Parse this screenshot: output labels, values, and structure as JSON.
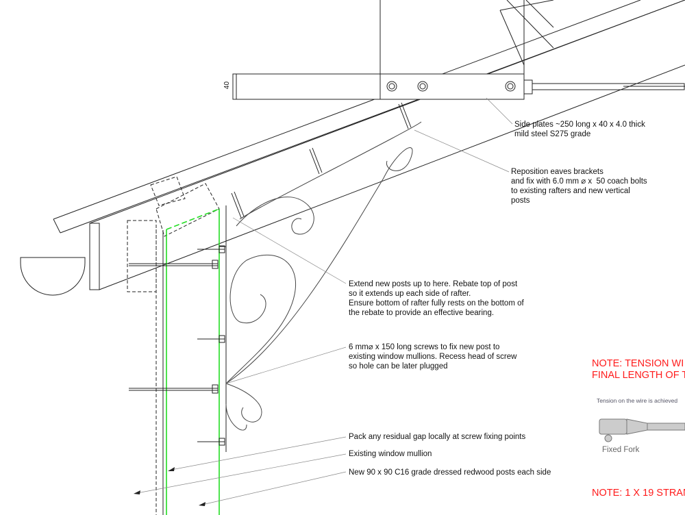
{
  "dimension_label": "40",
  "notes": {
    "side_plates": "Side plates ~250 long x 40 x 4.0 thick\nmild steel S275 grade",
    "reposition": "Reposition eaves brackets\nand fix with 6.0 mm ⌀ x  50 coach bolts\nto existing rafters and new vertical\nposts",
    "extend_posts": "Extend new posts up to here. Rebate top of post\nso it extends up each side of rafter.\nEnsure bottom of rafter fully rests on the bottom of\nthe rebate to provide an effective bearing.",
    "screws": "6 mm⌀ x 150 long screws to fix new post to\nexisting window mullions. Recess head of screw\nso hole can be later plugged",
    "pack_gap": "Pack any residual gap locally at screw fixing points",
    "mullion": "Existing window mullion",
    "new_posts": "New 90 x 90 C16 grade dressed redwood posts each side"
  },
  "red_notes": {
    "tension_line1": "NOTE: TENSION WI",
    "tension_line2": "FINAL LENGTH OF T",
    "strand": "NOTE: 1 X 19 STRAN"
  },
  "tension_caption": "Tension on the wire is achieved",
  "fork_label": "Fixed Fork",
  "colors": {
    "post_green": "#22dd22",
    "note_red": "#ff1a1a"
  }
}
